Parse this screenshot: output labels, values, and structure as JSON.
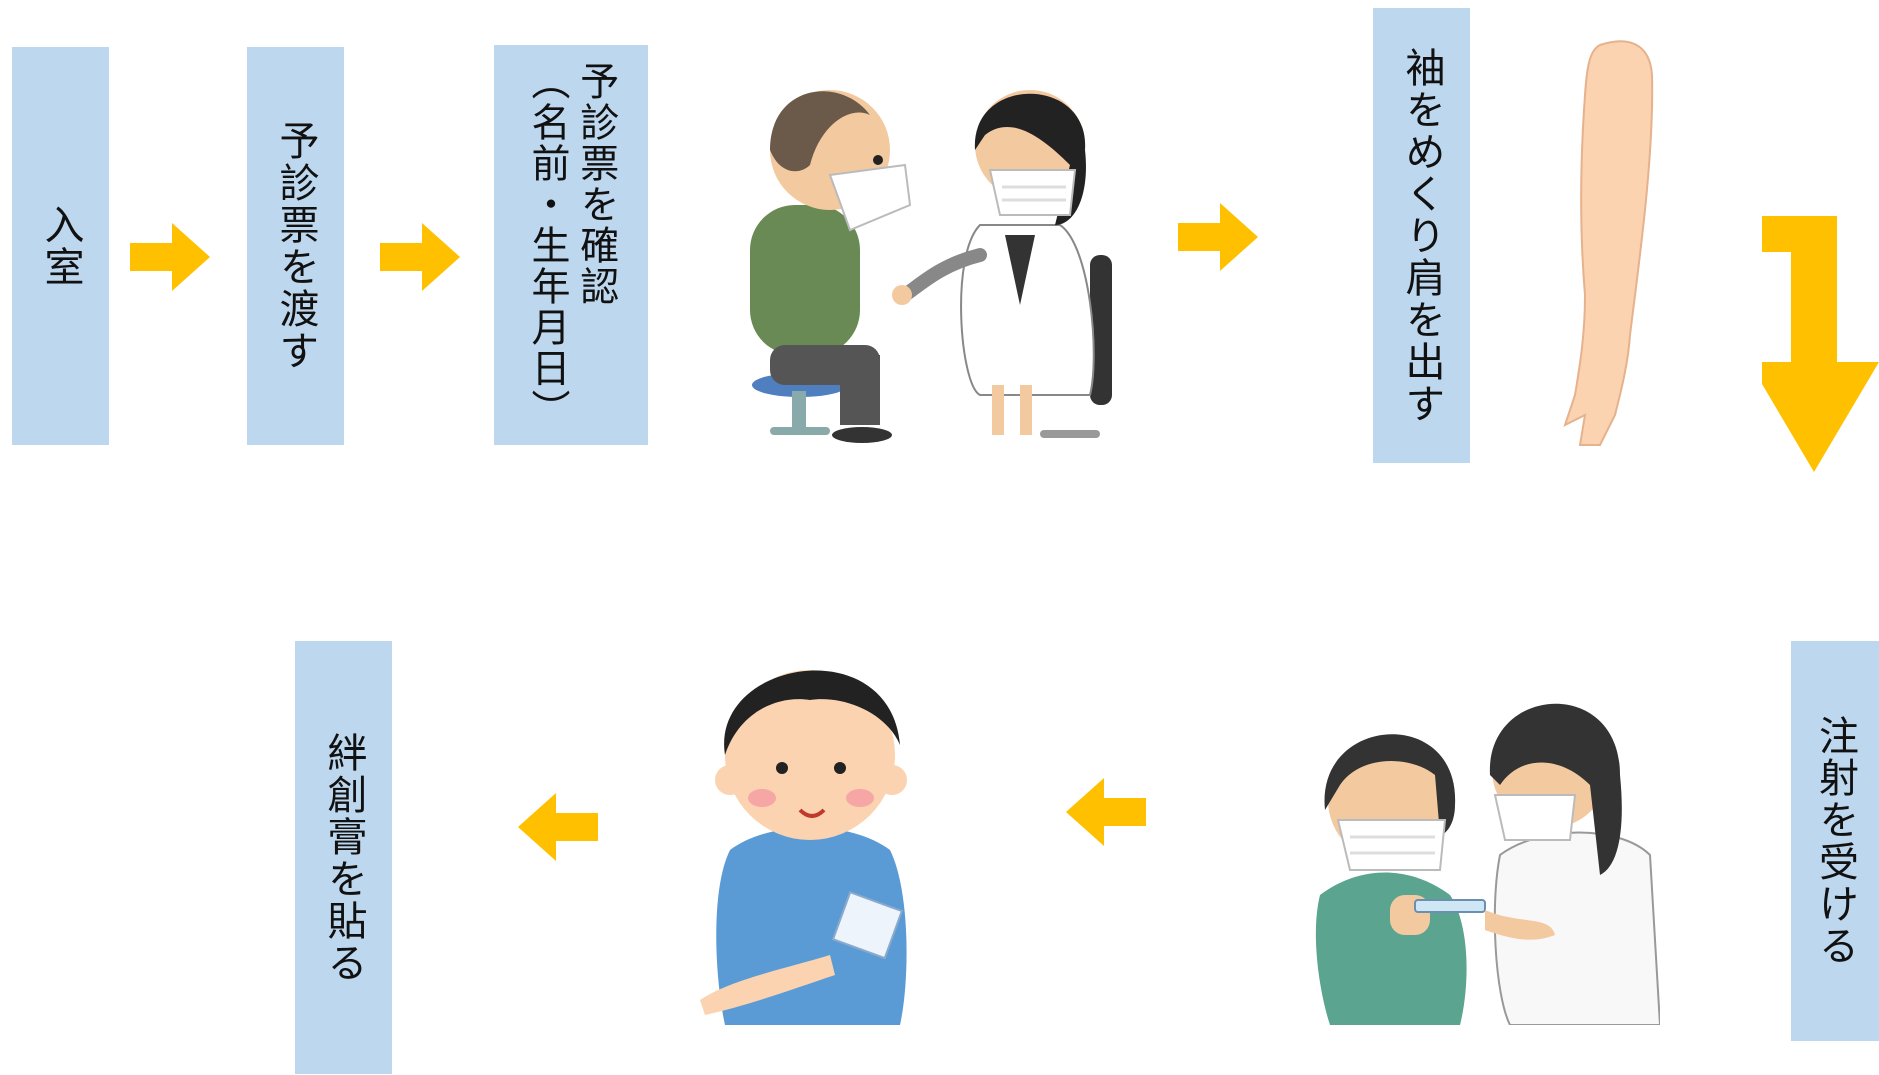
{
  "steps": {
    "s1": "入室",
    "s2": "予診票を渡す",
    "s3": "予診票を確認\n（名前・生年月日）",
    "s4": "袖をめくり肩を出す",
    "s5": "注射を受ける",
    "s6": "絆創膏を貼る"
  },
  "colors": {
    "box": "#bdd7ee",
    "arrow": "#ffc000"
  },
  "illustrations": [
    "doctor-consultation",
    "bare-arm",
    "vaccination",
    "bandaged-boy"
  ]
}
